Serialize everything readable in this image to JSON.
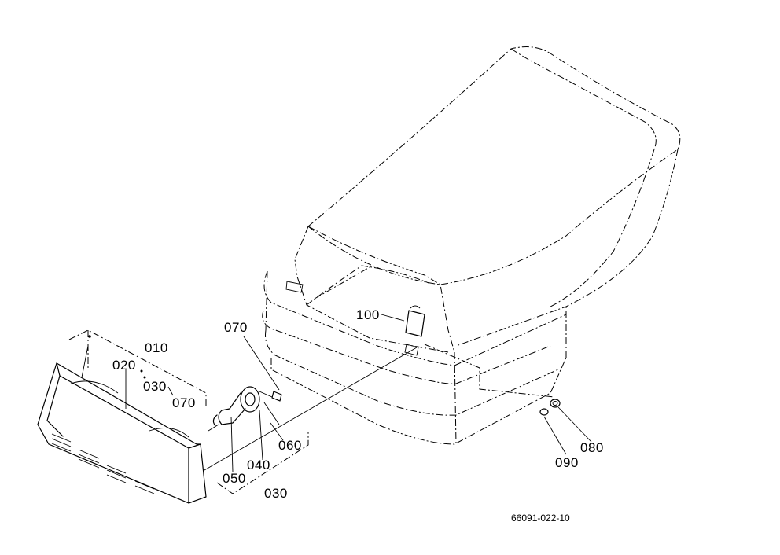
{
  "labels": {
    "p010": "010",
    "p020": "020",
    "p030a": "030",
    "p070a": "070",
    "p070b": "070",
    "p050": "050",
    "p040": "040",
    "p060": "060",
    "p030b": "030",
    "p100": "100",
    "p080": "080",
    "p090": "090"
  },
  "drawing_code": "66091-022-10"
}
